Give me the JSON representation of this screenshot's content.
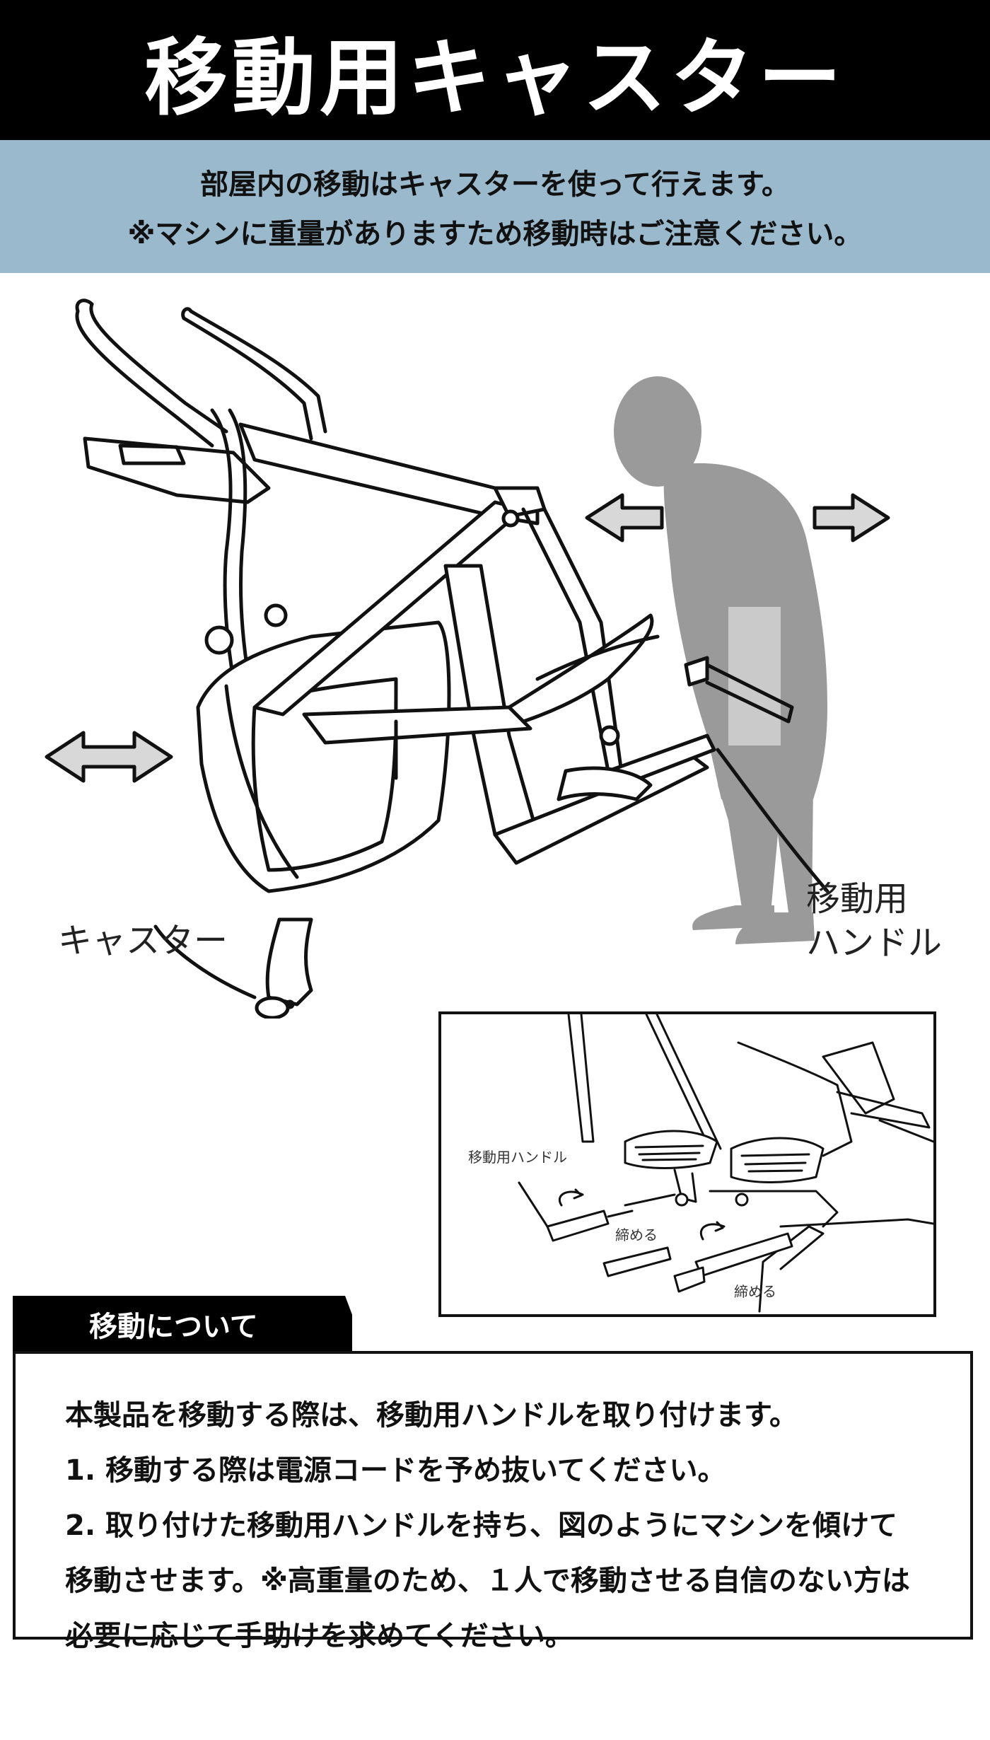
{
  "title": "移動用キャスター",
  "subtitle": {
    "line1": "部屋内の移動はキャスターを使って行えます。",
    "line2": "※マシンに重量がありますため移動時はご注意ください。"
  },
  "illustration": {
    "caster_label": "キャスター",
    "handle_label_line1": "移動用",
    "handle_label_line2": "ハンドル"
  },
  "inset": {
    "handle_label": "移動用ハンドル",
    "tighten_label_1": "締める",
    "tighten_label_2": "締める"
  },
  "section": {
    "tab": "移動について",
    "lines": [
      "本製品を移動する際は、移動用ハンドルを取り付けます。",
      "1. 移動する際は電源コードを予め抜いてください。",
      "2. 取り付けた移動用ハンドルを持ち、図のようにマシンを傾けて",
      "移動させます。※高重量のため、１人で移動させる自信のない方は",
      "必要に応じて手助けを求めてください。"
    ]
  },
  "colors": {
    "title_bg": "#000000",
    "subtitle_bg": "#9bb9cc",
    "silhouette": "#9a9a9a",
    "arrow_fill": "#d8d8d8"
  }
}
